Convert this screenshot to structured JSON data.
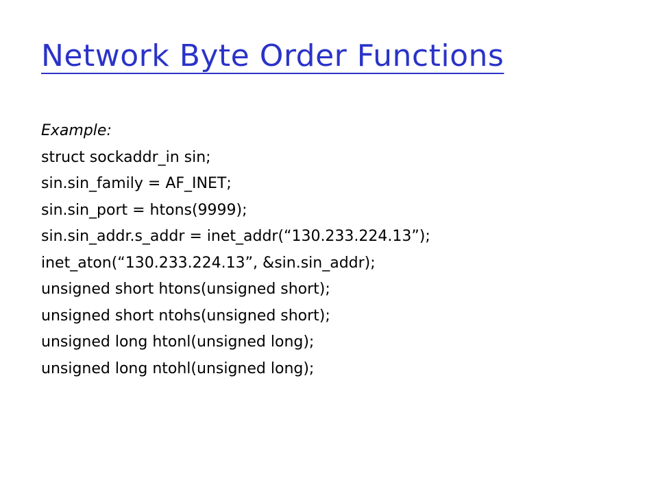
{
  "slide": {
    "title": "Network Byte Order Functions",
    "lines": [
      "Example:",
      "struct sockaddr_in sin;",
      "sin.sin_family = AF_INET;",
      "sin.sin_port = htons(9999);",
      "sin.sin_addr.s_addr = inet_addr(“130.233.224.13”);",
      "inet_aton(“130.233.224.13”, &sin.sin_addr);",
      "unsigned short htons(unsigned short);",
      "unsigned short ntohs(unsigned short);",
      "unsigned long htonl(unsigned long);",
      "unsigned long ntohl(unsigned long);"
    ]
  },
  "colors": {
    "title": "#2a33c8",
    "text": "#000000",
    "background": "#ffffff"
  }
}
